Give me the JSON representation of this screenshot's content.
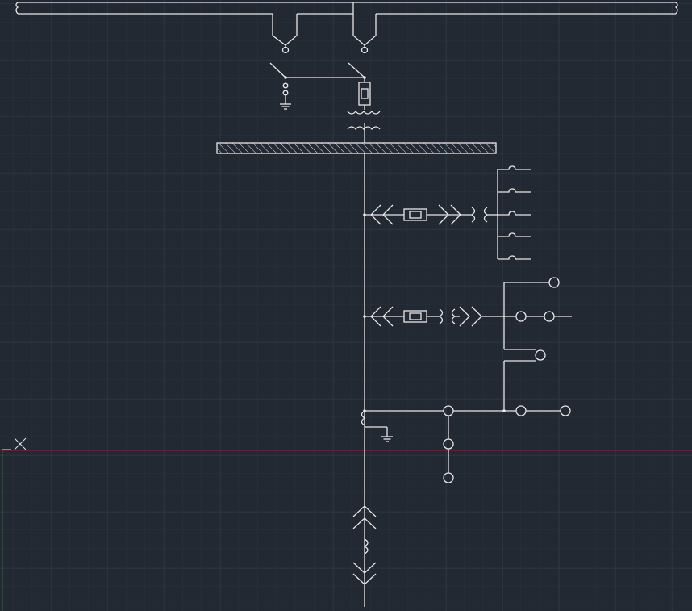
{
  "app": {
    "type": "CAD model space",
    "theme": "dark"
  },
  "colors": {
    "background": "#222933",
    "grid_minor": "#2a323d",
    "grid_major": "#303944",
    "geometry": "#e6e8ea",
    "x_axis": "#7d2a2a",
    "y_axis": "#2c6b3a"
  },
  "cursor": {
    "icon": "crosshair-x-icon"
  },
  "diagram": {
    "kind": "single-line electrical schematic",
    "components": [
      "top-busbar",
      "disconnect-left",
      "disconnect-right",
      "earth-switch",
      "fuse",
      "power-transformer",
      "main-busbar-hatched",
      "feeder-1-withdrawable-fuse",
      "feeder-1-ct-multi-outputs",
      "feeder-2-withdrawable-fuse",
      "feeder-2-relay-network",
      "ct-earthing",
      "bottom-withdrawable-incomer"
    ]
  }
}
